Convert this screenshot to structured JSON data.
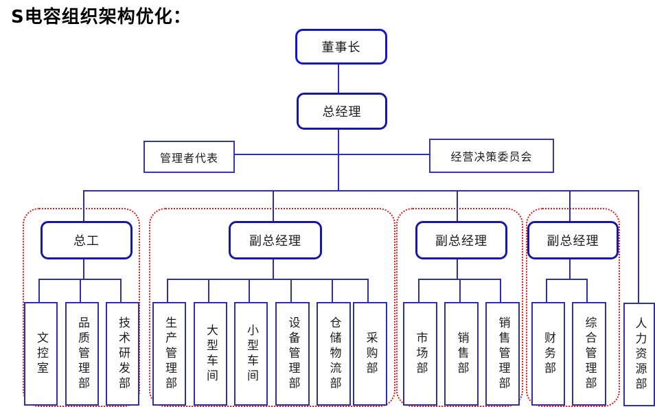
{
  "title": "S电容组织架构优化：",
  "colors": {
    "leader_border": "#1717a5",
    "chairman_border": "#1414d2",
    "dept_border": "#2e2ea8",
    "connector": "#2d2db0",
    "group_outline": "#ee1111",
    "text": "#1a1a1a"
  },
  "org": {
    "chairman": "董事长",
    "general_manager": "总经理",
    "management_rep": "管理者代表",
    "committee": "经营决策委员会",
    "hr_dept": "人力资源部",
    "groups": [
      {
        "head": "总工",
        "children": [
          "文控室",
          "品质管理部",
          "技术研发部"
        ]
      },
      {
        "head": "副总经理",
        "children": [
          "生产管理部",
          "大型车间",
          "小型车间",
          "设备管理部",
          "仓储物流部",
          "采购部"
        ]
      },
      {
        "head": "副总经理",
        "children": [
          "市场部",
          "销售部",
          "销售管理部"
        ]
      },
      {
        "head": "副总经理",
        "children": [
          "财务部",
          "综合管理部"
        ]
      }
    ]
  }
}
